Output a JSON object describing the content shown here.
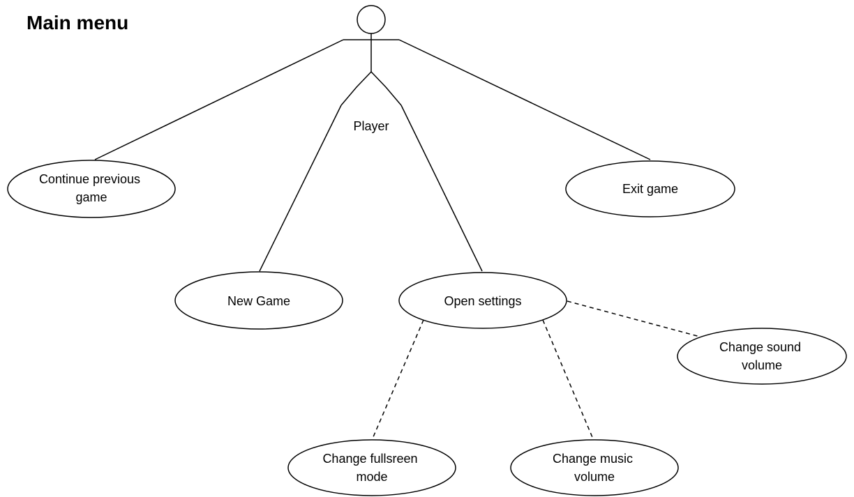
{
  "title": "Main menu",
  "actor": {
    "label": "Player"
  },
  "use_cases": {
    "continue_previous_game": [
      "Continue previous",
      "game"
    ],
    "exit_game": [
      "Exit game"
    ],
    "new_game": [
      "New Game"
    ],
    "open_settings": [
      "Open settings"
    ],
    "change_sound_volume": [
      "Change sound",
      "volume"
    ],
    "change_fullscreen_mode": [
      "Change fullsreen",
      "mode"
    ],
    "change_music_volume": [
      "Change music",
      "volume"
    ]
  },
  "colors": {
    "stroke": "#000000",
    "background": "#ffffff"
  }
}
